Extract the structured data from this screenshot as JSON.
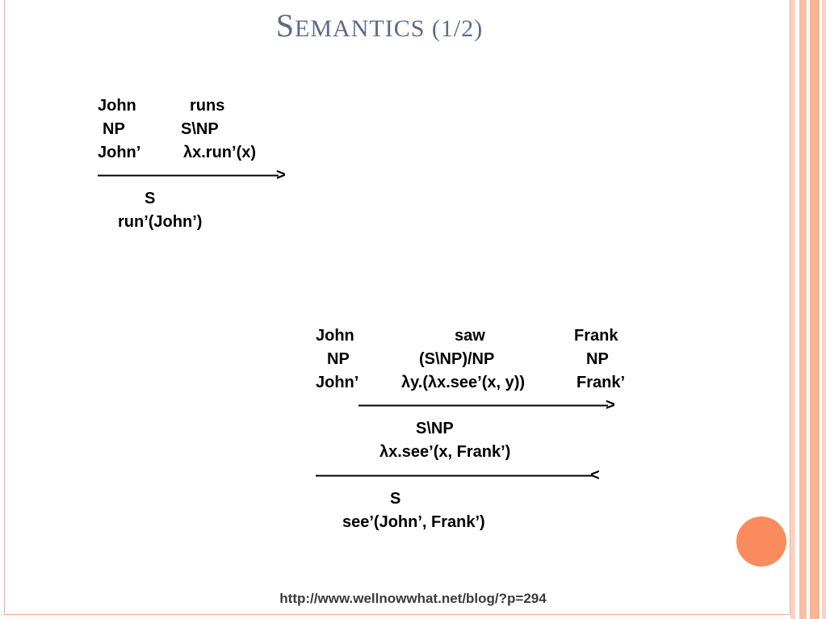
{
  "slide": {
    "title_cap": "S",
    "title_rest": "emantics (1/2)",
    "accent_color": "#f98b5c",
    "source_url": "http://www.wellnowwhat.net/blog/?p=294"
  },
  "derivation1": {
    "word1": "John",
    "word2": "runs",
    "cat1": "NP",
    "cat2": "S\\NP",
    "sem1": "John’",
    "sem2": "λx.run’(x)",
    "rule": "—————————————>",
    "result_cat": "S",
    "result_sem": "run’(John’)"
  },
  "derivation2": {
    "word1": "John",
    "word2": "saw",
    "word3": "Frank",
    "cat1": "NP",
    "cat2": "(S\\NP)/NP",
    "cat3": "NP",
    "sem1": "John’",
    "sem2": "λy.(λx.see’(x, y))",
    "sem3": "Frank’",
    "rule1": "——————————————————>",
    "mid_cat": "S\\NP",
    "mid_sem": "λx.see’(x, Frank’)",
    "rule2": "————————————————————<",
    "result_cat": "S",
    "result_sem": "see’(John’, Frank’)"
  }
}
